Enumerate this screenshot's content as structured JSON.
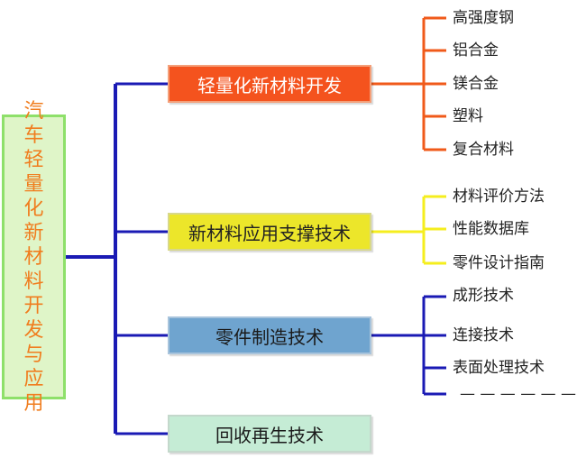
{
  "root": {
    "label": "汽车轻量化新材料开发与应用"
  },
  "categories": [
    {
      "label": "轻量化新材料开发",
      "color": "#f4531e",
      "line_color": "#f05a1a",
      "items": [
        "高强度钢",
        "铝合金",
        "镁合金",
        "塑料",
        "复合材料"
      ]
    },
    {
      "label": "新材料应用支撑技术",
      "color": "#ece62a",
      "line_color": "#f5ee1e",
      "items": [
        "材料评价方法",
        "性能数据库",
        "零件设计指南"
      ]
    },
    {
      "label": "零件制造技术",
      "color": "#6fa4cf",
      "line_color": "#1a1ab4",
      "items": [
        "成形技术",
        "连接技术",
        "表面处理技术",
        "— — — — — —"
      ]
    },
    {
      "label": "回收再生技术",
      "color": "#c5ecd5",
      "line_color": "#1a1ab4",
      "items": []
    }
  ],
  "trunk_color": "#1a1ab4"
}
